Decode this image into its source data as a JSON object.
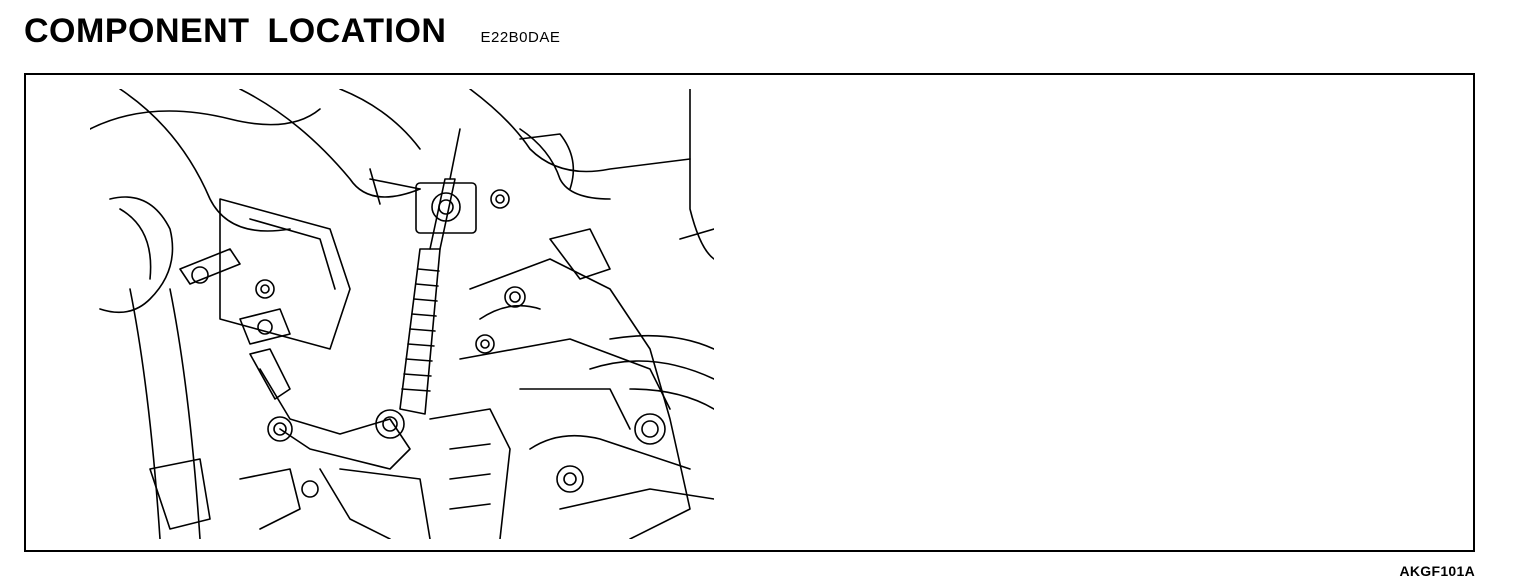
{
  "page": {
    "title": "COMPONENT LOCATION",
    "code": "E22B0DAE",
    "figure_id": "AKGF101A"
  },
  "colors": {
    "ink": "#000000",
    "paper": "#ffffff"
  },
  "icons": {
    "illustration": "engine-shift-cable-drawing-icon"
  }
}
